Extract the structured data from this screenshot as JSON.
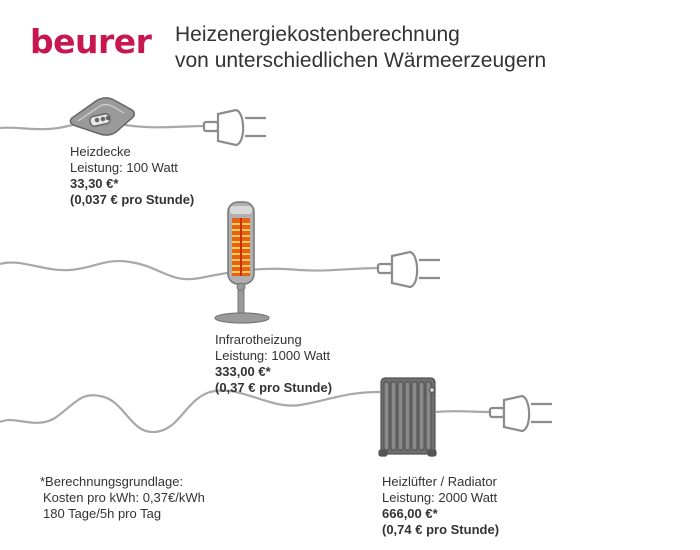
{
  "brand": {
    "logo": "beurer",
    "color": "#c8174e"
  },
  "title": {
    "line1": "Heizenergiekostenberechnung",
    "line2": "von unterschiedlichen Wärmeerzeugern"
  },
  "devices": [
    {
      "name": "Heizdecke",
      "power": "Leistung: 100 Watt",
      "cost": "33,30 €*",
      "per_hour": "(0,037 € pro Stunde)",
      "icon": "heating-blanket-icon"
    },
    {
      "name": "Infrarotheizung",
      "power": "Leistung: 1000 Watt",
      "cost": "333,00 €*",
      "per_hour": "(0,37 € pro Stunde)",
      "icon": "infrared-heater-icon"
    },
    {
      "name": "Heizlüfter / Radiator",
      "power": "Leistung: 2000 Watt",
      "cost": "666,00 €*",
      "per_hour": "(0,74 € pro Stunde)",
      "icon": "radiator-icon"
    }
  ],
  "footnote": {
    "line1": "*Berechnungsgrundlage:",
    "line2": "Kosten pro kWh: 0,37€/kWh",
    "line3": "180 Tage/5h pro Tag"
  }
}
